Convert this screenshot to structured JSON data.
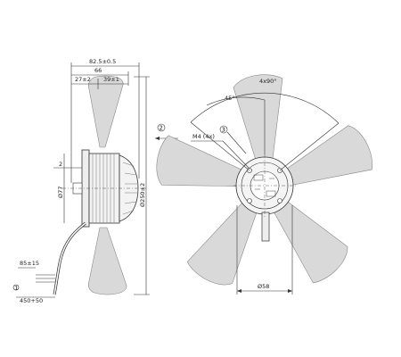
{
  "side_view": {
    "dim_total": "82.5±0.5",
    "dim_66": "66",
    "dim_27": "27±2",
    "dim_39": "39±1",
    "dim_2": "2",
    "dim_shaft": "Ø77",
    "dim_fan": "Ø250±2",
    "dim_cable1": "85±15",
    "dim_cable2": "450+50"
  },
  "front_view": {
    "dim_angle_4x": "4x90°",
    "dim_angle_45": "45°",
    "dim_thread": "M4 (4x)",
    "dim_hub": "Ø58"
  },
  "callouts": {
    "c1": "1",
    "c2": "2",
    "c3": "3"
  },
  "colors": {
    "blade": "#d9d9d9",
    "line": "#333333"
  }
}
